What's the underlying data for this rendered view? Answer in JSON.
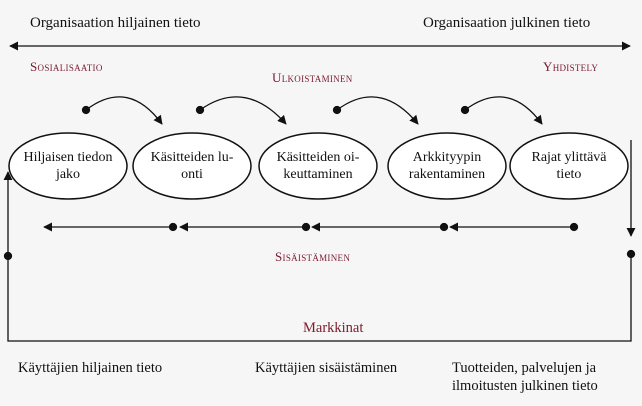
{
  "top_left_label": "Organisaation hiljainen tieto",
  "top_right_label": "Organisaation julkinen tieto",
  "left_corner_label": "Sosialisaatio",
  "right_corner_label": "Yhdistely",
  "externalization_label": "Ulkoistaminen",
  "internalization_label": "Sisäistäminen",
  "market_label": "Markkinat",
  "nodes": [
    {
      "line1": "Hiljaisen tiedon",
      "line2": "jako"
    },
    {
      "line1": "Käsitteiden lu-",
      "line2": "onti"
    },
    {
      "line1": "Käsitteiden oi-",
      "line2": "keuttaminen"
    },
    {
      "line1": "Arkkityypin",
      "line2": "rakentaminen"
    },
    {
      "line1": "Rajat ylittävä",
      "line2": "tieto"
    }
  ],
  "bottom_left_label": "Käyttäjien hiljainen tieto",
  "bottom_center_label": "Käyttäjien sisäistäminen",
  "bottom_right_label": {
    "line1": "Tuotteiden, palvelujen ja",
    "line2": "ilmoitusten julkinen tieto"
  },
  "colors": {
    "accent": "#7a1a2e",
    "line": "#111111",
    "background": "#f6f6f6"
  }
}
